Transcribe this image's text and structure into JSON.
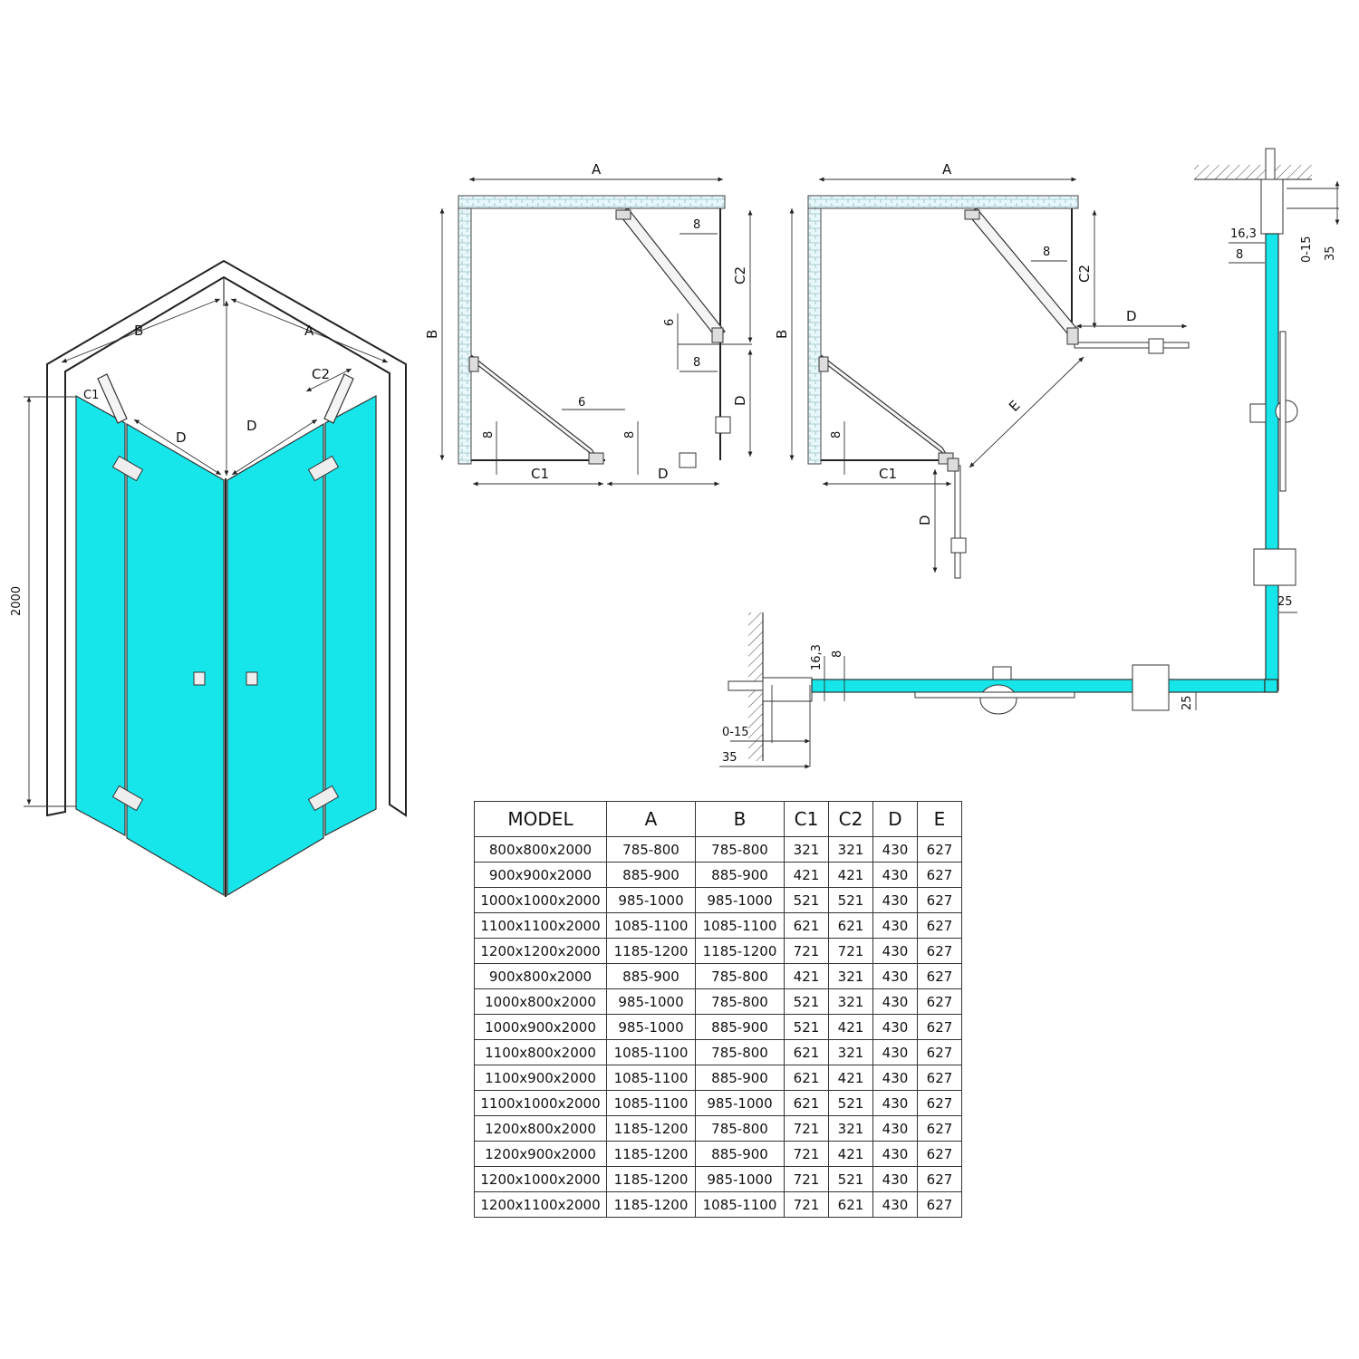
{
  "accent_colors": {
    "glass": "#16e6ea",
    "wall": "#e8f7fb",
    "line": "#222222"
  },
  "iso_view": {
    "label_b": "B",
    "label_a": "A",
    "label_c1": "C1",
    "label_c2": "C2",
    "label_d_left": "D",
    "label_d_right": "D",
    "height": "2000"
  },
  "plan_view_1": {
    "label_a": "A",
    "label_b": "B",
    "label_c2": "C2",
    "label_c1": "C1",
    "label_d_bottom": "D",
    "label_d_right": "D",
    "dim_8_top": "8",
    "dim_6_mid": "6",
    "dim_8_mid": "8",
    "dim_6_bottom": "6",
    "dim_8_bottom_left": "8",
    "dim_8_bottom_right": "8"
  },
  "plan_view_2": {
    "label_a": "A",
    "label_b": "B",
    "label_c2": "C2",
    "label_c1": "C1",
    "label_d_right": "D",
    "label_e": "E",
    "label_d_bottom": "D",
    "dim_8_top": "8",
    "dim_8_bottom": "8"
  },
  "detail_vertical": {
    "dim_16_3": "16,3",
    "dim_8": "8",
    "dim_0_15": "0-15",
    "dim_35": "35",
    "dim_25": "25"
  },
  "detail_horizontal": {
    "dim_16_3": "16,3",
    "dim_8": "8",
    "dim_0_15": "0-15",
    "dim_35": "35",
    "dim_25": "25"
  },
  "table": {
    "headers": [
      "MODEL",
      "A",
      "B",
      "C1",
      "C2",
      "D",
      "E"
    ],
    "rows": [
      [
        "800x800x2000",
        "785-800",
        "785-800",
        "321",
        "321",
        "430",
        "627"
      ],
      [
        "900x900x2000",
        "885-900",
        "885-900",
        "421",
        "421",
        "430",
        "627"
      ],
      [
        "1000x1000x2000",
        "985-1000",
        "985-1000",
        "521",
        "521",
        "430",
        "627"
      ],
      [
        "1100x1100x2000",
        "1085-1100",
        "1085-1100",
        "621",
        "621",
        "430",
        "627"
      ],
      [
        "1200x1200x2000",
        "1185-1200",
        "1185-1200",
        "721",
        "721",
        "430",
        "627"
      ],
      [
        "900x800x2000",
        "885-900",
        "785-800",
        "421",
        "321",
        "430",
        "627"
      ],
      [
        "1000x800x2000",
        "985-1000",
        "785-800",
        "521",
        "321",
        "430",
        "627"
      ],
      [
        "1000x900x2000",
        "985-1000",
        "885-900",
        "521",
        "421",
        "430",
        "627"
      ],
      [
        "1100x800x2000",
        "1085-1100",
        "785-800",
        "621",
        "321",
        "430",
        "627"
      ],
      [
        "1100x900x2000",
        "1085-1100",
        "885-900",
        "621",
        "421",
        "430",
        "627"
      ],
      [
        "1100x1000x2000",
        "1085-1100",
        "985-1000",
        "621",
        "521",
        "430",
        "627"
      ],
      [
        "1200x800x2000",
        "1185-1200",
        "785-800",
        "721",
        "321",
        "430",
        "627"
      ],
      [
        "1200x900x2000",
        "1185-1200",
        "885-900",
        "721",
        "421",
        "430",
        "627"
      ],
      [
        "1200x1000x2000",
        "1185-1200",
        "985-1000",
        "721",
        "521",
        "430",
        "627"
      ],
      [
        "1200x1100x2000",
        "1185-1200",
        "1085-1100",
        "721",
        "621",
        "430",
        "627"
      ]
    ]
  }
}
